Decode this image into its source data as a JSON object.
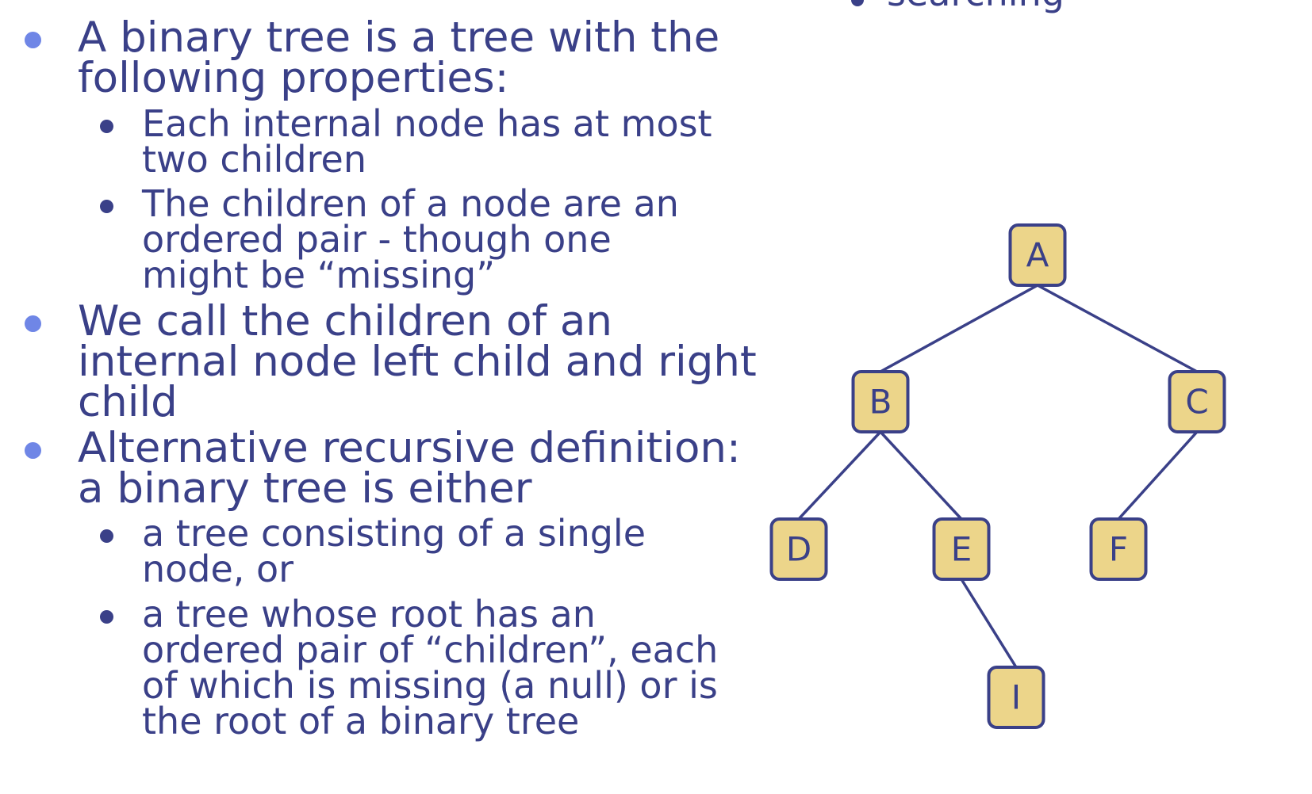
{
  "top_clip": "searching",
  "bullets": [
    {
      "lines": [
        "A binary tree is a tree with the",
        "following properties:"
      ],
      "subs": [
        {
          "lines": [
            "Each internal node has at most",
            "two children"
          ]
        },
        {
          "lines": [
            "The children of a node are an",
            "ordered pair - though one",
            "might be “missing”"
          ]
        }
      ]
    },
    {
      "lines": [
        "We call the children of an",
        "internal node left child and right",
        "child"
      ],
      "subs": []
    },
    {
      "lines": [
        "Alternative recursive definition:",
        "a binary tree is either"
      ],
      "subs": [
        {
          "lines": [
            "a tree consisting of a single",
            "node, or"
          ]
        },
        {
          "lines": [
            "a tree whose root has an",
            "ordered pair of “children”, each",
            "of which is missing (a null) or is",
            "the root of a binary tree"
          ]
        }
      ]
    }
  ],
  "tree": {
    "nodes": [
      {
        "id": "A",
        "label": "A"
      },
      {
        "id": "B",
        "label": "B"
      },
      {
        "id": "C",
        "label": "C"
      },
      {
        "id": "D",
        "label": "D"
      },
      {
        "id": "E",
        "label": "E"
      },
      {
        "id": "F",
        "label": "F"
      },
      {
        "id": "I",
        "label": "I"
      }
    ],
    "edges": [
      [
        "A",
        "B"
      ],
      [
        "A",
        "C"
      ],
      [
        "B",
        "D"
      ],
      [
        "B",
        "E"
      ],
      [
        "C",
        "F"
      ],
      [
        "E",
        "I"
      ]
    ],
    "colors": {
      "node_fill": "#ecd58a",
      "stroke": "#3a4088",
      "text": "#3a4088",
      "bullet_accent": "#6f86e6"
    }
  }
}
